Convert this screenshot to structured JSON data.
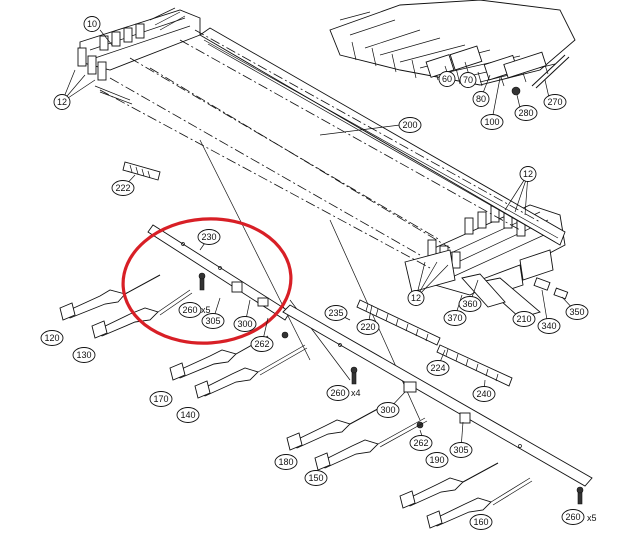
{
  "callouts": [
    "10",
    "12",
    "12",
    "12",
    "60",
    "70",
    "80",
    "100",
    "200",
    "222",
    "230",
    "235",
    "220",
    "224",
    "240",
    "260",
    "260",
    "260",
    "262",
    "262",
    "270",
    "280",
    "300",
    "300",
    "305",
    "305",
    "340",
    "350",
    "360",
    "370",
    "210",
    "120",
    "130",
    "140",
    "150",
    "160",
    "170",
    "180",
    "190"
  ],
  "quantities": [
    "x5",
    "x4",
    "x5"
  ],
  "colors": {
    "line": "#111111",
    "highlight": "#d81f26"
  }
}
